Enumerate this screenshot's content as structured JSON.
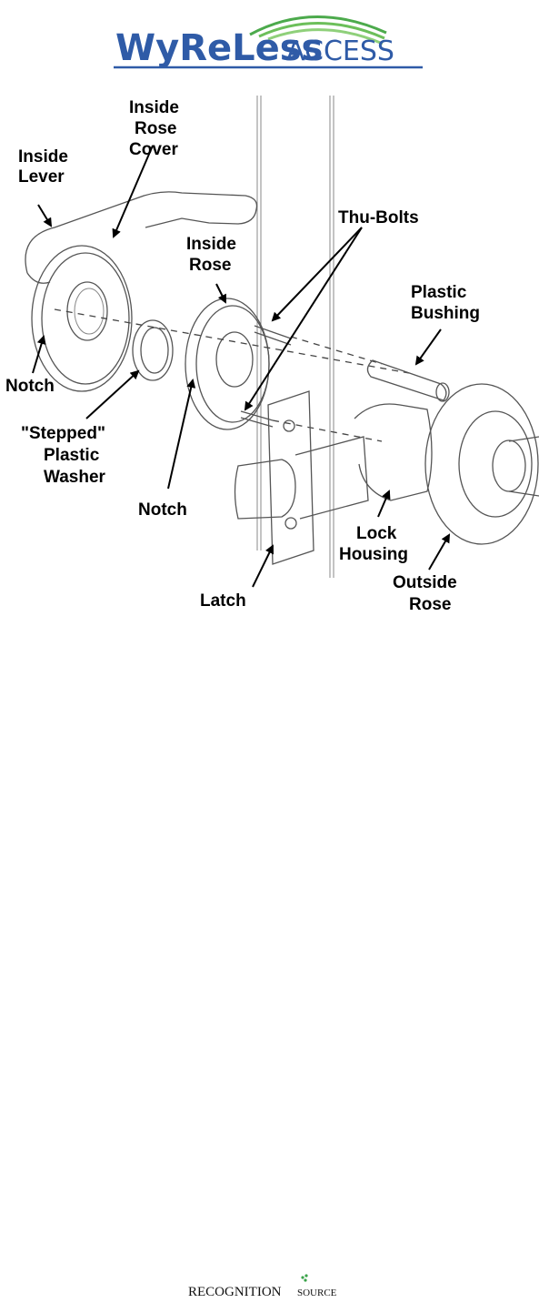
{
  "header": {
    "logo_brand": "WyReLess",
    "logo_suffix": "ACCESS",
    "logo_color": "#2f5ba7",
    "arc_color": "#4caa4c"
  },
  "diagram": {
    "labels": {
      "inside_lever": [
        "Inside",
        "Lever"
      ],
      "inside_rose_cover": [
        "Inside",
        "Rose",
        "Cover"
      ],
      "thu_bolts": "Thu-Bolts",
      "inside_rose": [
        "Inside",
        "Rose"
      ],
      "plastic_bushing": [
        "Plastic",
        "Bushing"
      ],
      "notch_left": "Notch",
      "stepped_washer": [
        "\"Stepped\"",
        "Plastic",
        "Washer"
      ],
      "notch_center": "Notch",
      "lock_housing": [
        "Lock",
        "Housing"
      ],
      "outside_rose": [
        "Outside",
        "Rose"
      ],
      "latch": "Latch"
    }
  },
  "footer": {
    "brand_main": "RECOGNITION",
    "brand_suffix": "SOURCE",
    "dot_color": "#3aa34a"
  }
}
